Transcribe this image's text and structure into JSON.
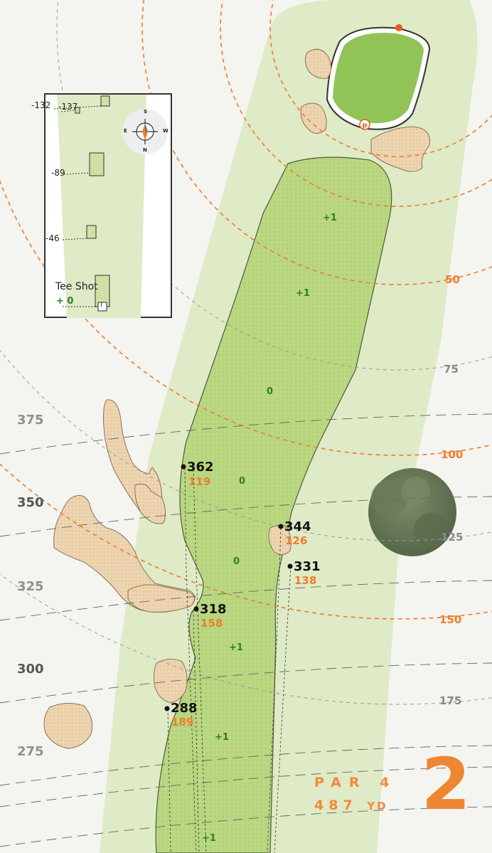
{
  "hole": {
    "number": "2",
    "par_label": "PAR 4",
    "yardage_value": "487",
    "yardage_unit": "YD"
  },
  "left_distance_arcs": [
    "375",
    "350",
    "325",
    "300",
    "275"
  ],
  "right_distance_arcs": {
    "orange": [
      "50",
      "100",
      "150"
    ],
    "gray": [
      "75",
      "125",
      "175"
    ]
  },
  "markers": [
    {
      "id": "m362",
      "distance": "362",
      "to_green": "119"
    },
    {
      "id": "m344",
      "distance": "344",
      "to_green": "126"
    },
    {
      "id": "m331",
      "distance": "331",
      "to_green": "138"
    },
    {
      "id": "m318",
      "distance": "318",
      "to_green": "158"
    },
    {
      "id": "m288",
      "distance": "288",
      "to_green": "189"
    }
  ],
  "elevation_labels": [
    "+1",
    "+1",
    "0",
    "0",
    "0",
    "+1",
    "+1",
    "+1"
  ],
  "inset": {
    "title": "Tee Shot",
    "tee_elevation": "+ 0",
    "tee_marker": "T",
    "offsets": [
      "-132",
      "-137",
      "-89",
      "-46"
    ],
    "compass": {
      "n": "N",
      "s": "S",
      "e": "E",
      "w": "W"
    }
  },
  "colors": {
    "fairway": "#b5d37a",
    "rough": "#dde9c2",
    "bunker": "#ecd2ac",
    "green": "#8fc153",
    "orange_arc": "#ef7d2b",
    "gray_arc": "#9a9a9a",
    "elevation_text": "#2e7d2e"
  }
}
